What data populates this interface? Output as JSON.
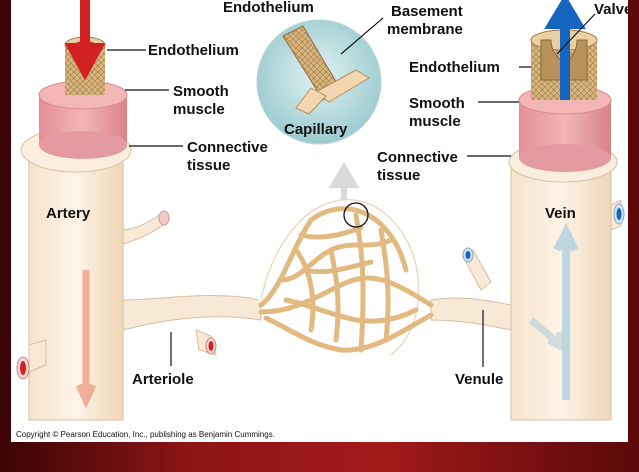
{
  "labels": {
    "endothelium_top": "Endothelium",
    "basement_membrane_1": "Basement",
    "basement_membrane_2": "membrane",
    "valve": "Valve",
    "endothelium_artery": "Endothelium",
    "smooth_muscle_artery_1": "Smooth",
    "smooth_muscle_artery_2": "muscle",
    "connective_tissue_artery_1": "Connective",
    "connective_tissue_artery_2": "tissue",
    "capillary": "Capillary",
    "endothelium_vein": "Endothelium",
    "smooth_muscle_vein_1": "Smooth",
    "smooth_muscle_vein_2": "muscle",
    "connective_tissue_vein_1": "Connective",
    "connective_tissue_vein_2": "tissue",
    "artery": "Artery",
    "vein": "Vein",
    "arteriole": "Arteriole",
    "venule": "Venule"
  },
  "copyright": "Copyright © Pearson Education, Inc., publishing as Benjamin Cummings.",
  "colors": {
    "frame": "#8e1010",
    "vessel": "#fbeede",
    "muscle": "#e9a0a4",
    "endothelium": "#d4b07a",
    "capillary": "#e8c58d",
    "oxygenated": "#d32020",
    "deoxygenated": "#1565c0",
    "lens": "#b9dde0"
  }
}
